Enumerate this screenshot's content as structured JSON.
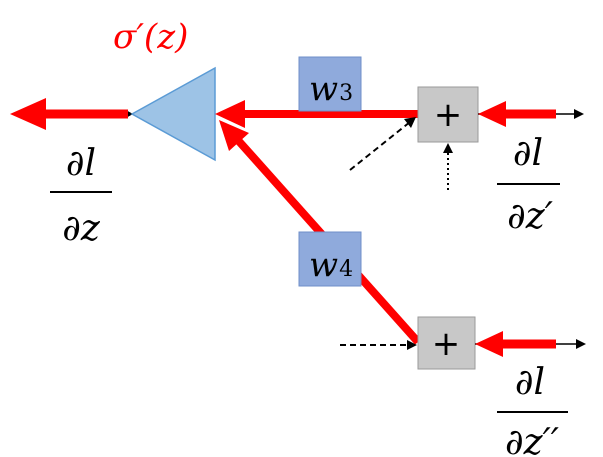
{
  "labels": {
    "activation_derivative": "σ′(z)",
    "weight_3": "w",
    "weight_3_sub": "3",
    "weight_4": "w",
    "weight_4_sub": "4",
    "plus_top": "+",
    "plus_bottom": "+",
    "grad_out_num": "∂l",
    "grad_out_den": "∂z",
    "grad_in1_num": "∂l",
    "grad_in1_den": "∂z′",
    "grad_in2_num": "∂l",
    "grad_in2_den": "∂z′′"
  },
  "colors": {
    "arrow_red": "#ff0000",
    "triangle_fill": "#9dc3e6",
    "triangle_stroke": "#5b9bd5",
    "weight_box_fill": "#8faadc",
    "weight_box_stroke": "#6f8fc9",
    "sum_box_fill": "#c8c8c8",
    "sum_box_stroke": "#9a9a9a"
  }
}
